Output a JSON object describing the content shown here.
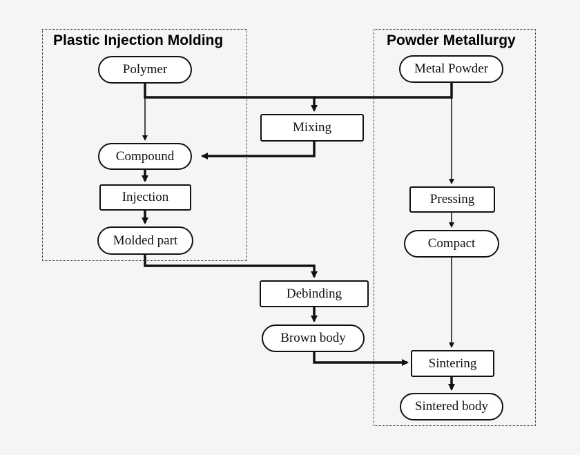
{
  "groups": {
    "pim": {
      "title": "Plastic Injection Molding"
    },
    "pm": {
      "title": "Powder Metallurgy"
    }
  },
  "nodes": {
    "polymer": "Polymer",
    "metal_powder": "Metal Powder",
    "mixing": "Mixing",
    "compound": "Compound",
    "injection": "Injection",
    "molded_part": "Molded part",
    "pressing": "Pressing",
    "compact": "Compact",
    "debinding": "Debinding",
    "brown_body": "Brown body",
    "sintering": "Sintering",
    "sintered_body": "Sintered body"
  },
  "colors": {
    "line": "#111111",
    "background": "#f5f5f5",
    "node_fill": "#ffffff"
  }
}
